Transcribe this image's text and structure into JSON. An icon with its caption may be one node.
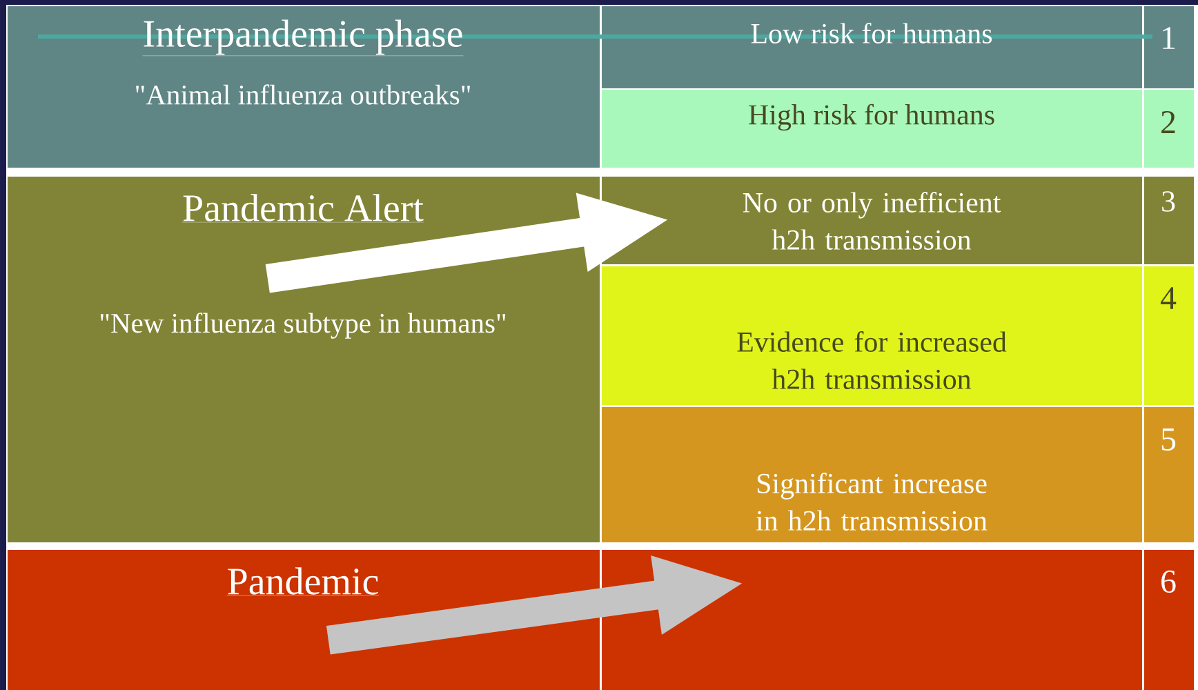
{
  "diagram": {
    "nodes": [
      {
        "text": [
          "Interpandemic phase",
          "\"Animal influenza outbreaks\""
        ]
      },
      {
        "text": [
          "Low risk for humans"
        ]
      },
      {
        "text": [
          "1"
        ]
      },
      {
        "text": [
          "High risk for humans"
        ]
      },
      {
        "text": [
          "2"
        ]
      },
      {
        "text": [
          "Pandemic Alert",
          "\"New influenza subtype in humans\""
        ]
      },
      {
        "text": [
          "No or only inefficient h2h transmission"
        ]
      },
      {
        "text": [
          "3"
        ]
      },
      {
        "text": [
          "Evidence for increased h2h transmission"
        ]
      },
      {
        "text": [
          "4"
        ]
      },
      {
        "text": [
          "Significant increase in h2h transmission"
        ]
      },
      {
        "text": [
          "5"
        ]
      },
      {
        "text": [
          "Pandemic"
        ]
      },
      {
        "text": [],
        "shape": "box"
      },
      {
        "text": [
          "6"
        ]
      }
    ],
    "edges": [
      {
        "from": 5,
        "to": 6,
        "arrow": "to"
      },
      {
        "from": 12,
        "to": 13,
        "arrow": "to",
        "color": "#c4c4c4"
      }
    ]
  }
}
